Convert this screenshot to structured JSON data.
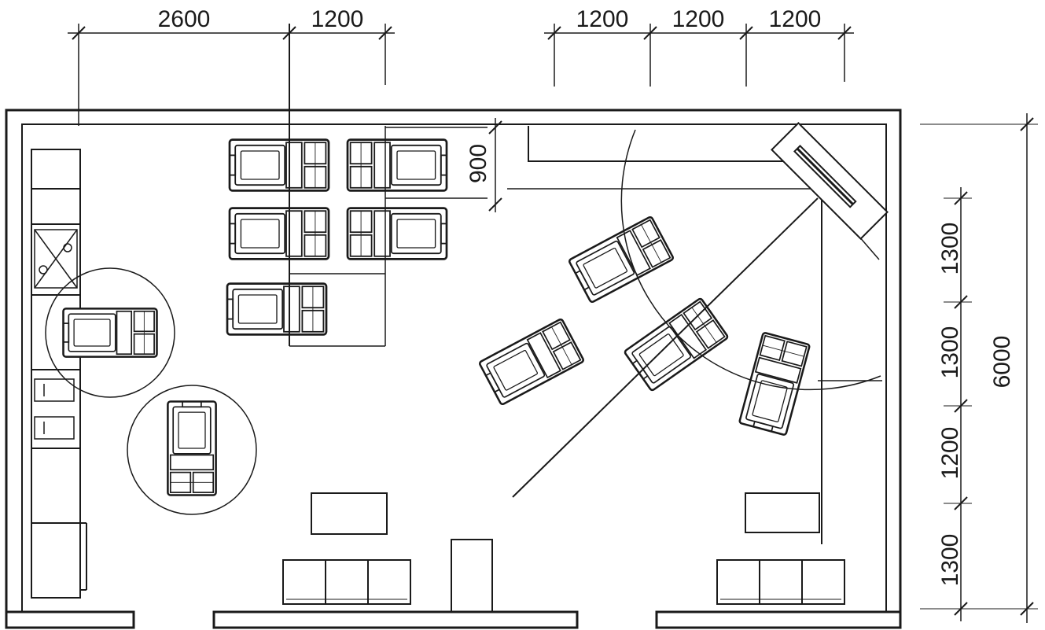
{
  "dimensions": {
    "top_left": [
      "2600",
      "1200"
    ],
    "top_right": [
      "1200",
      "1200",
      "1200"
    ],
    "right_inner": [
      "1300",
      "1300",
      "1200",
      "1300"
    ],
    "right_total": "6000",
    "middle": "900"
  },
  "line_color": "#1a1a1a",
  "background": "#ffffff"
}
